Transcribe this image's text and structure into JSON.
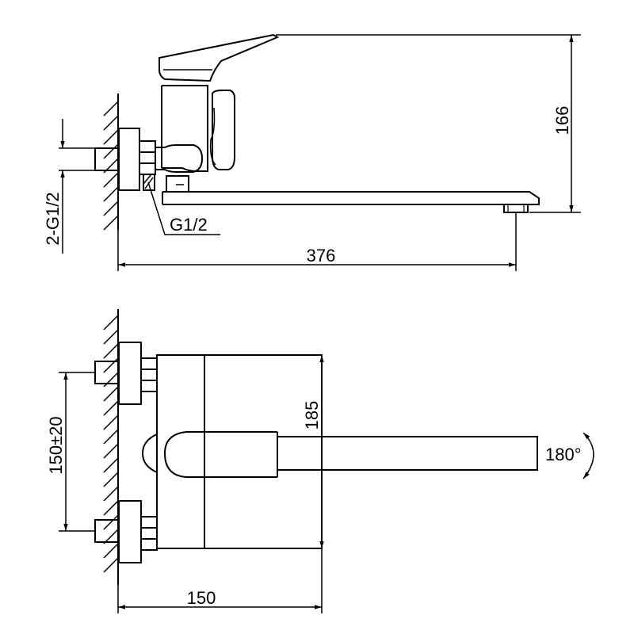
{
  "labels": {
    "thread_outlet": "G1/2",
    "thread_inlet": "2-G1/2",
    "length_side": "376",
    "height_side": "166",
    "height_front": "185",
    "spacing_front": "150±20",
    "depth_front": "150",
    "rotation": "180°"
  },
  "colors": {
    "line": "#000000",
    "background": "#ffffff"
  }
}
